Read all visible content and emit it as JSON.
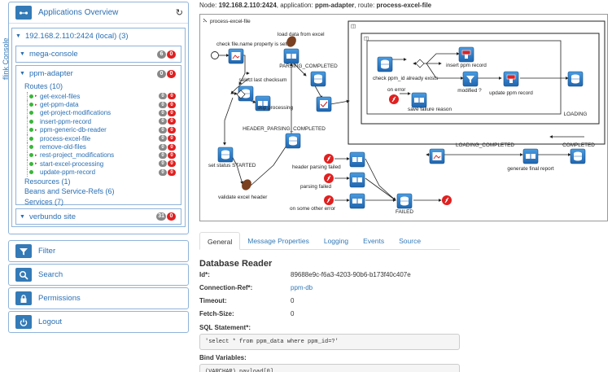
{
  "brand": "flink Console",
  "apps_panel": {
    "title": "Applications Overview"
  },
  "node": {
    "label": "192.168.2.110:2424 (local) (3)"
  },
  "apps": [
    {
      "name": "mega-console",
      "count": "6",
      "errors": "0"
    },
    {
      "name": "ppm-adapter",
      "count": "0",
      "errors": "0"
    },
    {
      "name": "verbundo site",
      "count": "31",
      "errors": "0"
    }
  ],
  "routes_label": "Routes (10)",
  "routes": [
    {
      "name": "get-excel-files",
      "arrow": true,
      "count": "0",
      "errors": "0"
    },
    {
      "name": "get-ppm-data",
      "arrow": true,
      "count": "0",
      "errors": "0"
    },
    {
      "name": "get-project-modifications",
      "arrow": false,
      "count": "0",
      "errors": "0"
    },
    {
      "name": "insert-ppm-record",
      "arrow": false,
      "count": "0",
      "errors": "0"
    },
    {
      "name": "ppm-generic-db-reader",
      "arrow": true,
      "count": "0",
      "errors": "0"
    },
    {
      "name": "process-excel-file",
      "arrow": false,
      "count": "0",
      "errors": "0"
    },
    {
      "name": "remove-old-files",
      "arrow": false,
      "count": "0",
      "errors": "0"
    },
    {
      "name": "rest-project_modifications",
      "arrow": true,
      "count": "0",
      "errors": "0"
    },
    {
      "name": "start-excel-processing",
      "arrow": true,
      "count": "0",
      "errors": "0"
    },
    {
      "name": "update-ppm-record",
      "arrow": false,
      "count": "0",
      "errors": "0"
    }
  ],
  "resources_label": "Resources (1)",
  "beans_label": "Beans and Service-Refs (6)",
  "services_label": "Services (7)",
  "nav": [
    {
      "id": "filter",
      "label": "Filter"
    },
    {
      "id": "search",
      "label": "Search"
    },
    {
      "id": "permissions",
      "label": "Permissions"
    },
    {
      "id": "logout",
      "label": "Logout"
    }
  ],
  "header": {
    "node_label": "Node:",
    "node_value": "192.168.2.110:2424",
    "app_label": ", application:",
    "app_value": "ppm-adapter",
    "route_label": ", route:",
    "route_value": "process-excel-file"
  },
  "diagram": {
    "title": "process-excel-file",
    "labels": {
      "check_prop": "check file.name property is set",
      "select_checksum": "select last checksum",
      "skip": "skip processing",
      "load_excel": "load data from excel",
      "parsing_completed": "PARSING_COMPLETED",
      "header_parsing_completed": "HEADER_PARSING_COMPLETED",
      "set_status": "set status STARTED",
      "validate": "validate excel header",
      "check_ppm": "check ppm_id already exists",
      "insert_ppm": "insert ppm record",
      "modified": "modified ?",
      "update_ppm": "update ppm record",
      "loading": "LOADING",
      "on_error": "on error",
      "save_failure": "save failure reason",
      "loading_completed": "LOADING_COMPLETED",
      "final_report": "generate final report",
      "completed": "COMPLETED",
      "header_failed": "header parsing failed",
      "parsing_failed": "parsing failed",
      "other_error": "on some other error",
      "failed": "FAILED"
    }
  },
  "tabs": [
    {
      "label": "General",
      "active": true
    },
    {
      "label": "Message Properties",
      "active": false
    },
    {
      "label": "Logging",
      "active": false
    },
    {
      "label": "Events",
      "active": false
    },
    {
      "label": "Source",
      "active": false
    }
  ],
  "details": {
    "title": "Database Reader",
    "props": [
      {
        "key": "Id*:",
        "value": "89688e9c-f6a3-4203-90b6-b173f40c407e",
        "link": false
      },
      {
        "key": "Connection-Ref*:",
        "value": "ppm-db",
        "link": true
      },
      {
        "key": "Timeout:",
        "value": "0",
        "link": false
      },
      {
        "key": "Fetch-Size:",
        "value": "0",
        "link": false
      }
    ],
    "sql_label": "SQL Statement*:",
    "sql": "'select * from ppm_data where ppm_id=?'",
    "bind_label": "Bind Variables:",
    "bind": "(VARCHAR) payload[0]"
  },
  "colors": {
    "accent": "#337ab7",
    "error": "#e02020",
    "ok": "#3ab53a"
  }
}
